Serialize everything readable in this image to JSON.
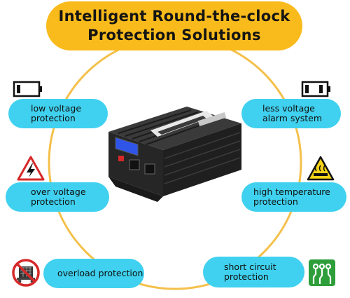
{
  "title": {
    "line1": "Intelligent Round-the-clock",
    "line2": "Protection Solutions"
  },
  "features": {
    "low_voltage": {
      "line1": "low voltage",
      "line2": "protection"
    },
    "less_voltage_alarm": {
      "line1": "less voltage",
      "line2": "alarm system"
    },
    "over_voltage": {
      "line1": "over voltage",
      "line2": "protection"
    },
    "high_temperature": {
      "line1": "high temperature",
      "line2": "protection"
    },
    "overload": {
      "line1": "overload protection"
    },
    "short_circuit": {
      "line1": "short circuit",
      "line2": "protection"
    }
  },
  "icons": {
    "low_battery": "battery-low-icon",
    "alarm_battery": "battery-alarm-icon",
    "high_voltage": "high-voltage-warning-icon",
    "high_temperature": "high-temperature-warning-icon",
    "overload": "overload-prohibited-icon",
    "short_circuit": "circuit-board-icon"
  },
  "colors": {
    "title_bg": "#f9bb1c",
    "pill_bg": "#3fd1ef",
    "ring": "#f4c04a",
    "inverter_body": "#2b2b2b",
    "lcd": "#2f55e8"
  }
}
